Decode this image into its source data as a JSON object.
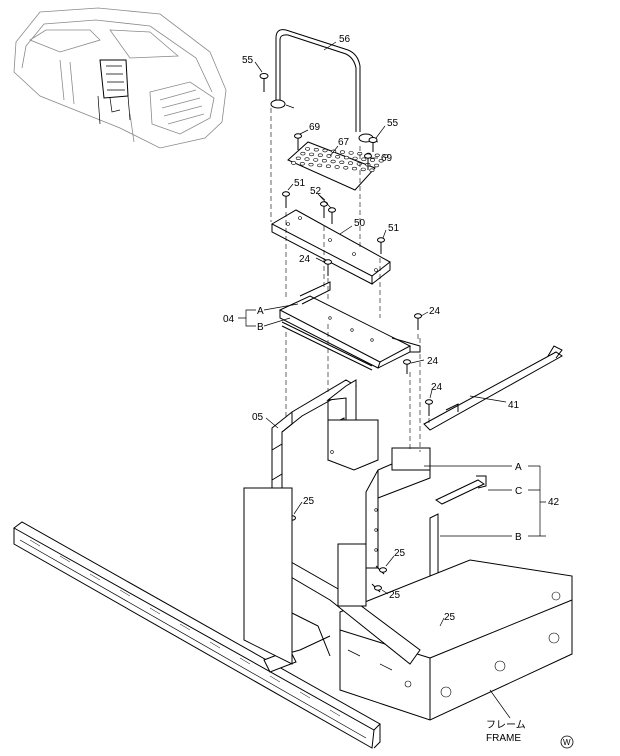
{
  "callouts": {
    "c56": "56",
    "c55a": "55",
    "c55b": "55",
    "c69a": "69",
    "c69b": "69",
    "c67": "67",
    "c51a": "51",
    "c51b": "51",
    "c52": "52",
    "c50": "50",
    "c24a": "24",
    "c24b": "24",
    "c24c": "24",
    "c24d": "24",
    "c04": "04",
    "c04A": "A",
    "c04B": "B",
    "c41": "41",
    "c05": "05",
    "c25a": "25",
    "c25b": "25",
    "c25c": "25",
    "c25d": "25",
    "c42": "42",
    "c42A": "A",
    "c42B": "B",
    "c42C": "C"
  },
  "frame_label_jp": "フレーム",
  "frame_label_en": "FRAME",
  "corner_mark": "W"
}
